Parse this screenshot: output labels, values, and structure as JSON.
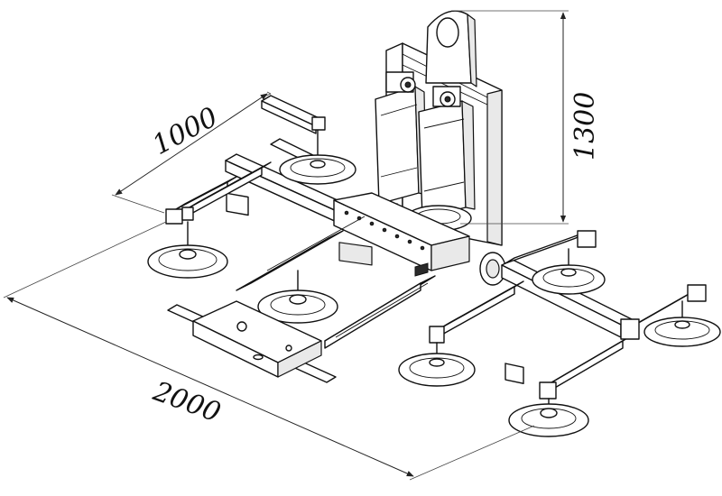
{
  "dimensions": {
    "length": "2000",
    "width": "1000",
    "height": "1300"
  }
}
